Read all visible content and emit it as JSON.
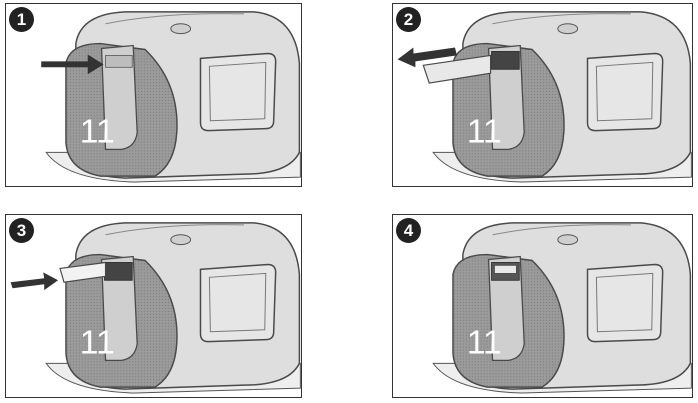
{
  "steps": [
    {
      "number": "1",
      "device_label": "11"
    },
    {
      "number": "2",
      "device_label": "11"
    },
    {
      "number": "3",
      "device_label": "11"
    },
    {
      "number": "4",
      "device_label": "11"
    }
  ],
  "colors": {
    "body": "#dcdcdc",
    "front_panel": "#9a9a9a",
    "outline": "#4a4a4a",
    "arrow": "#333333",
    "badge": "#222222"
  }
}
